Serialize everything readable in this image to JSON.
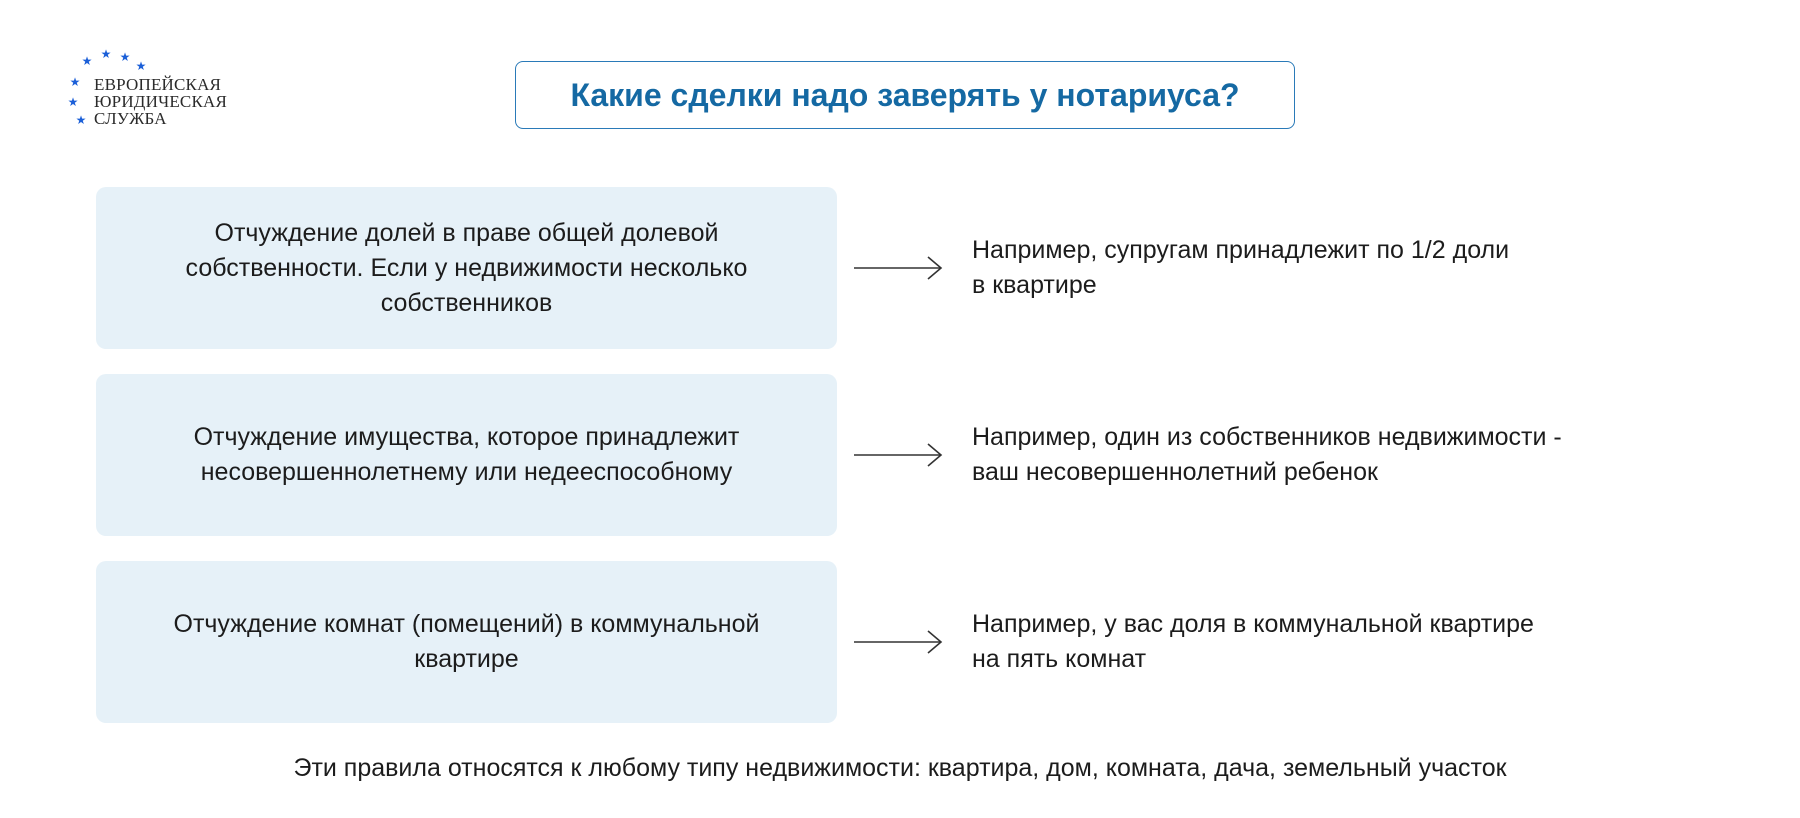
{
  "logo": {
    "lines": [
      "ЕВРОПЕЙСКАЯ",
      "ЮРИДИЧЕСКАЯ",
      "СЛУЖБА"
    ],
    "star_color": "#1b5fd8"
  },
  "title": "Какие сделки надо заверять у нотариуса?",
  "rows": [
    {
      "left_lines": [
        "Отчуждение долей в праве общей долевой",
        "собственности. Если у недвижимости несколько",
        "собственников"
      ],
      "right_lines": [
        "Например, супругам принадлежит по 1/2 доли",
        "в квартире"
      ]
    },
    {
      "left_lines": [
        "Отчуждение имущества, которое принадлежит",
        "несовершеннолетнему или недееспособному"
      ],
      "right_lines": [
        "Например, один из собственников недвижимости -",
        "ваш несовершеннолетний ребенок"
      ]
    },
    {
      "left_lines": [
        "Отчуждение комнат (помещений) в коммунальной",
        "квартире"
      ],
      "right_lines": [
        "Например, у вас доля в коммунальной квартире",
        "на пять комнат"
      ]
    }
  ],
  "footer": "Эти правила относятся к любому типу недвижимости: квартира, дом, комната, дача, земельный участок",
  "colors": {
    "title": "#1569a3",
    "title_border": "#2a7ab8",
    "box_bg": "#e6f1f8",
    "text": "#1c1c1c"
  }
}
